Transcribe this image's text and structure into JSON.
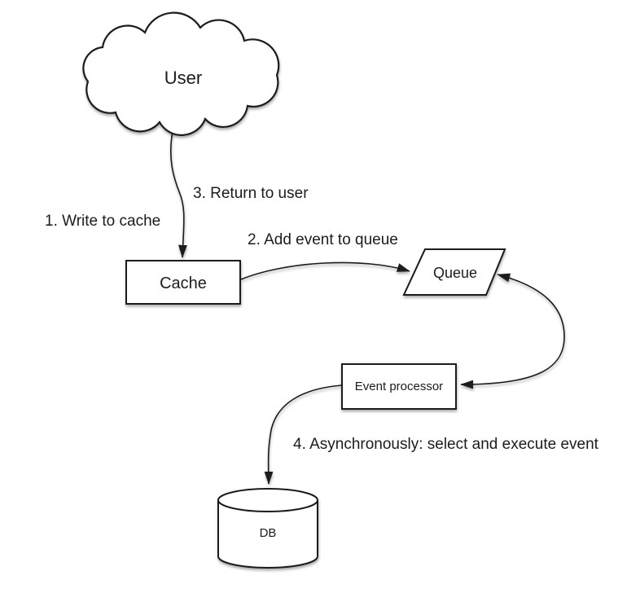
{
  "nodes": {
    "user": {
      "label": "User",
      "shape": "cloud"
    },
    "cache": {
      "label": "Cache",
      "shape": "rectangle"
    },
    "queue": {
      "label": "Queue",
      "shape": "parallelogram"
    },
    "event_processor": {
      "label": "Event processor",
      "shape": "rectangle"
    },
    "db": {
      "label": "DB",
      "shape": "cylinder"
    }
  },
  "edge_labels": {
    "step1": "1. Write to cache",
    "step2": "2. Add event to queue",
    "step3": "3. Return to user",
    "step4": "4. Asynchronously: select and execute event"
  },
  "edges": [
    {
      "from": "user",
      "to": "cache",
      "arrows": "end",
      "labels": [
        "1. Write to cache",
        "3. Return to user"
      ]
    },
    {
      "from": "cache",
      "to": "queue",
      "arrows": "end",
      "labels": [
        "2. Add event to queue"
      ]
    },
    {
      "from": "queue",
      "to": "event_processor",
      "arrows": "both",
      "labels": []
    },
    {
      "from": "event_processor",
      "to": "db",
      "arrows": "end",
      "labels": [
        "4. Asynchronously: select and execute event"
      ]
    }
  ],
  "colors": {
    "stroke": "#1a1a1a",
    "shape_fill": "#ffffff",
    "text": "#1c1c1c",
    "background": "#ffffff"
  }
}
